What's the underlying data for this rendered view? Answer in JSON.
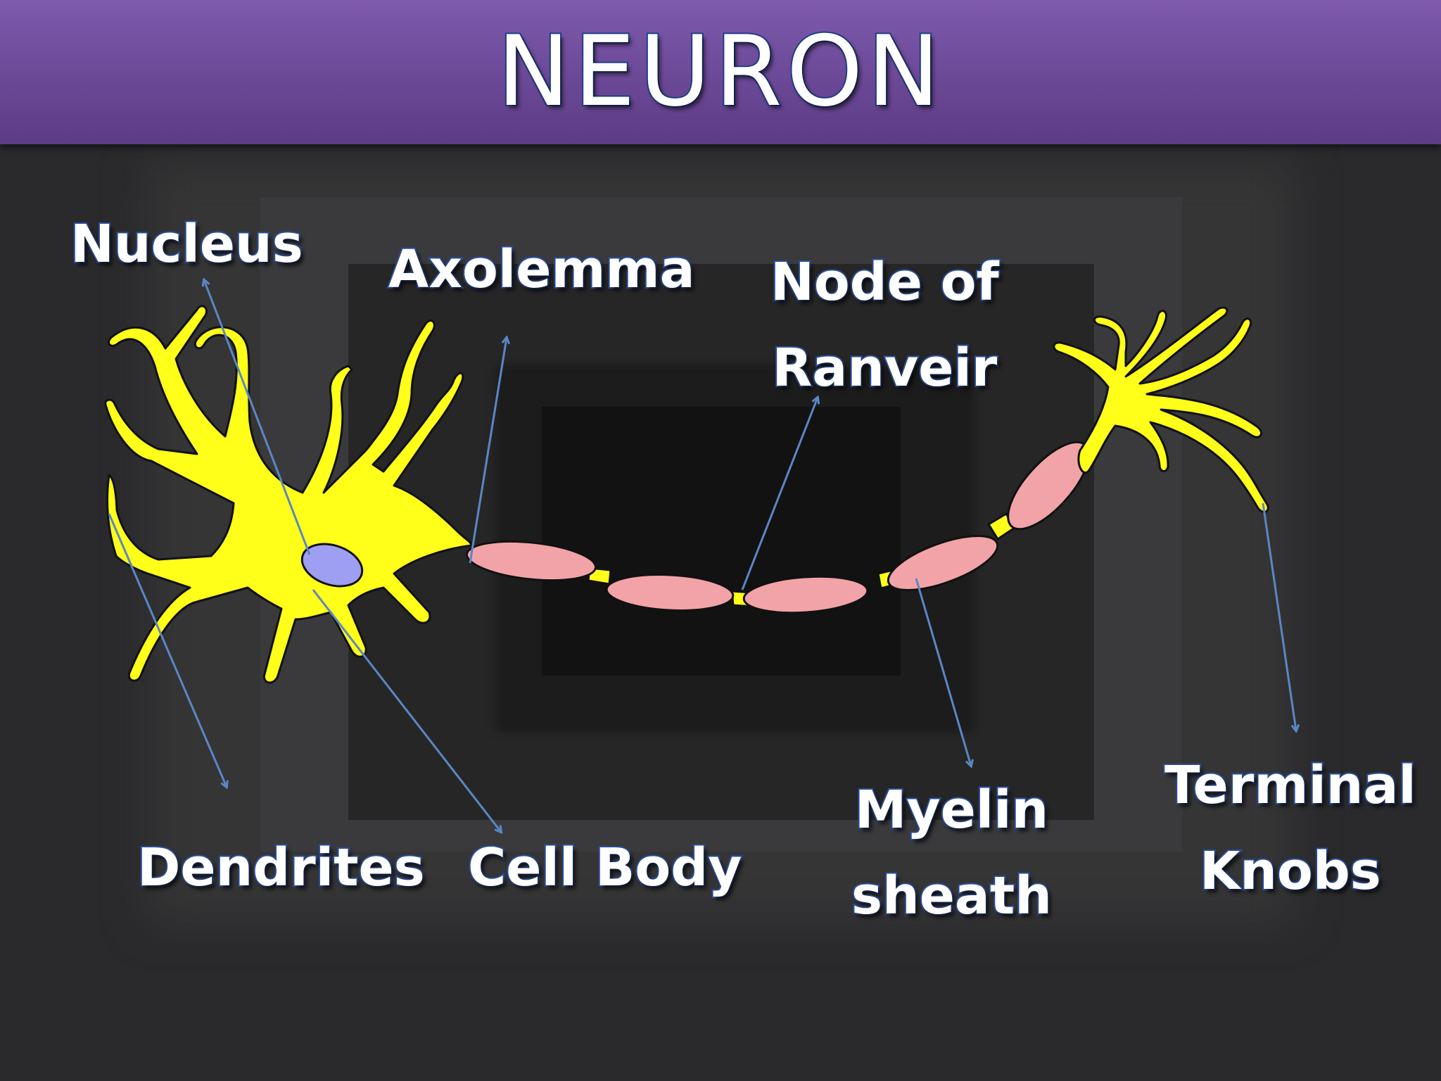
{
  "title": "NEURON",
  "labels": {
    "nucleus": "Nucleus",
    "axolemma": "Axolemma",
    "node_of_ranveir": [
      "Node of",
      "Ranveir"
    ],
    "dendrites": "Dendrites",
    "cell_body": "Cell Body",
    "myelin_sheath": [
      "Myelin",
      "sheath"
    ],
    "terminal_knobs": [
      "Terminal",
      "Knobs"
    ]
  },
  "colors": {
    "title_bar": "#6a4795",
    "neuron_yellow": "#ffff1a",
    "nucleus_fill": "#9e9ef2",
    "myelin_fill": "#f2a3a8",
    "pointer_lines": "#5b86c4",
    "label_outline": "#2a4e9b"
  }
}
